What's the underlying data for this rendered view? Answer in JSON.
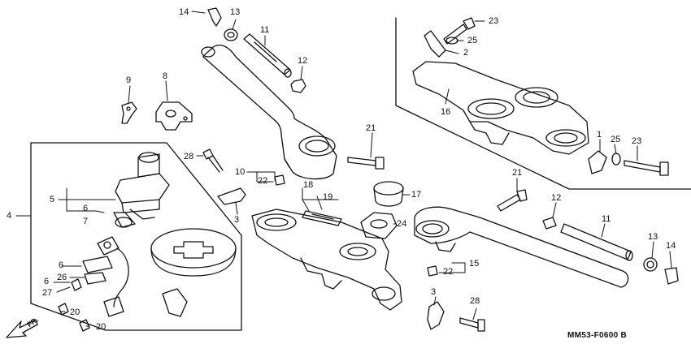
{
  "diagram": {
    "direction_label": "FR.",
    "drawing_code": "MM53-F0600 B",
    "callouts": [
      {
        "id": "c14a",
        "text": "14"
      },
      {
        "id": "c13a",
        "text": "13"
      },
      {
        "id": "c11a",
        "text": "11"
      },
      {
        "id": "c12a",
        "text": "12"
      },
      {
        "id": "c9",
        "text": "9"
      },
      {
        "id": "c8",
        "text": "8"
      },
      {
        "id": "c4",
        "text": "4"
      },
      {
        "id": "c5",
        "text": "5"
      },
      {
        "id": "c6a",
        "text": "6"
      },
      {
        "id": "c7",
        "text": "7"
      },
      {
        "id": "c6b",
        "text": "6"
      },
      {
        "id": "c26",
        "text": "26"
      },
      {
        "id": "c6c",
        "text": "6"
      },
      {
        "id": "c27",
        "text": "27"
      },
      {
        "id": "c20a",
        "text": "20"
      },
      {
        "id": "c20b",
        "text": "20"
      },
      {
        "id": "c28a",
        "text": "28"
      },
      {
        "id": "c10",
        "text": "10"
      },
      {
        "id": "c22a",
        "text": "22"
      },
      {
        "id": "c3a",
        "text": "3"
      },
      {
        "id": "c21a",
        "text": "21"
      },
      {
        "id": "c18",
        "text": "18"
      },
      {
        "id": "c19",
        "text": "19"
      },
      {
        "id": "c17",
        "text": "17"
      },
      {
        "id": "c24",
        "text": "24"
      },
      {
        "id": "c22b",
        "text": "22"
      },
      {
        "id": "c15",
        "text": "15"
      },
      {
        "id": "c3b",
        "text": "3"
      },
      {
        "id": "c28b",
        "text": "28"
      },
      {
        "id": "c21b",
        "text": "21"
      },
      {
        "id": "c12b",
        "text": "12"
      },
      {
        "id": "c11b",
        "text": "11"
      },
      {
        "id": "c13b",
        "text": "13"
      },
      {
        "id": "c14b",
        "text": "14"
      },
      {
        "id": "c23a",
        "text": "23"
      },
      {
        "id": "c25a",
        "text": "25"
      },
      {
        "id": "c2",
        "text": "2"
      },
      {
        "id": "c16",
        "text": "16"
      },
      {
        "id": "c1",
        "text": "1"
      },
      {
        "id": "c25b",
        "text": "25"
      },
      {
        "id": "c23b",
        "text": "23"
      }
    ]
  }
}
